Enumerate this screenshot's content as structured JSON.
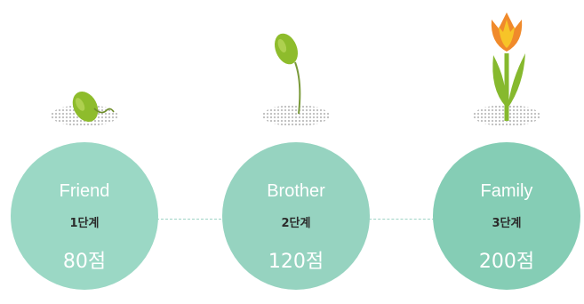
{
  "stages": [
    {
      "name": "Friend",
      "level": "1단계",
      "points": "80점",
      "icon": "seed-sprout-icon"
    },
    {
      "name": "Brother",
      "level": "2단계",
      "points": "120점",
      "icon": "seedling-icon"
    },
    {
      "name": "Family",
      "level": "3단계",
      "points": "200점",
      "icon": "tulip-icon"
    }
  ],
  "colors": {
    "circle_1": "#9bd8c5",
    "circle_2": "#96d3c0",
    "circle_3": "#85cdb5",
    "seed_green": "#8ebc2c",
    "flower_orange": "#f08a2b",
    "flower_yellow": "#f7c428",
    "leaf_green": "#86b92e"
  }
}
